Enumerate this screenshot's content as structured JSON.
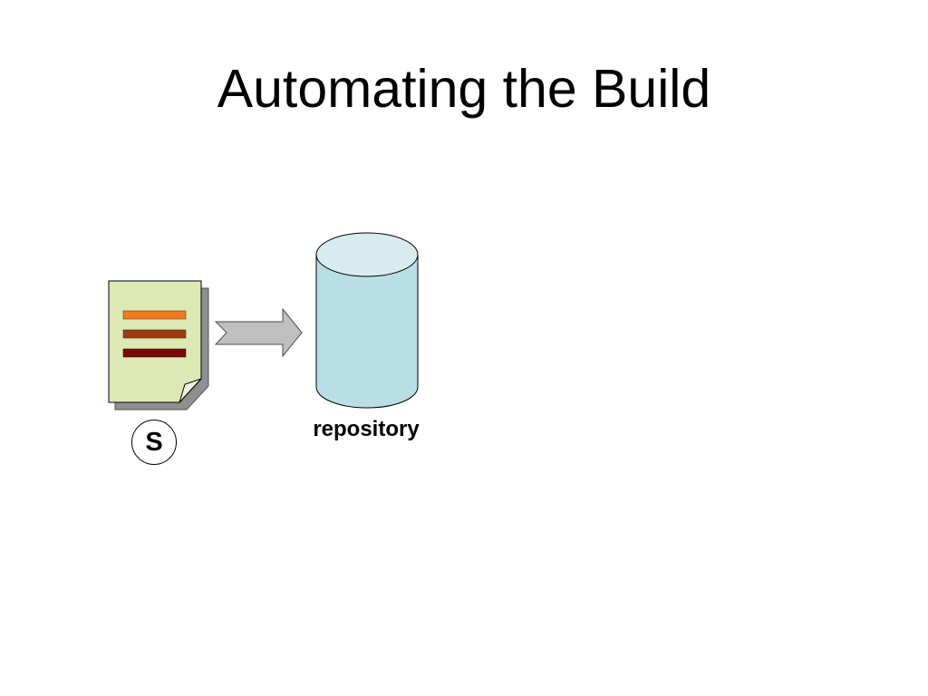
{
  "slide": {
    "title": "Automating the Build"
  },
  "diagram": {
    "source_file": {
      "icon": "document-icon",
      "fill_color": "#dde9b4",
      "shadow_color": "#8f8f8f",
      "line_colors": [
        "#f07a1c",
        "#9c3c10",
        "#7a0a0a"
      ],
      "badge_label": "S"
    },
    "arrow": {
      "icon": "right-arrow-icon",
      "fill_color": "#c0c0c0"
    },
    "repository": {
      "icon": "database-cylinder-icon",
      "label": "repository",
      "body_color": "#b9dfe4",
      "top_color": "#d8ecef"
    }
  }
}
